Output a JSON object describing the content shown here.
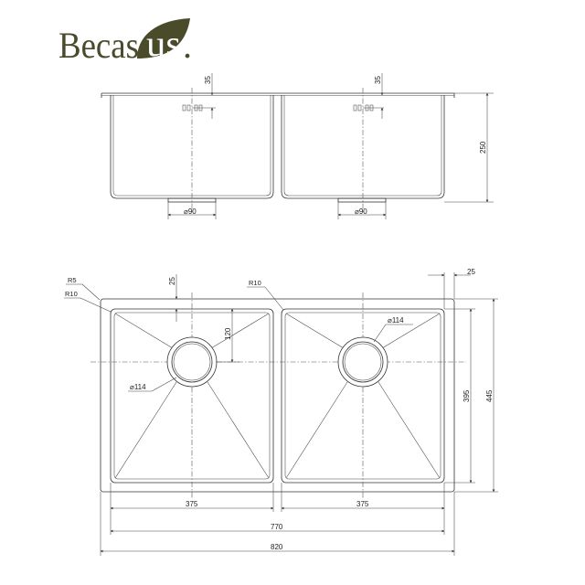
{
  "brand": {
    "name_part1": "Becas",
    "name_part2": "us",
    "name_dot": ".",
    "leaf_color": "#4a4b2a"
  },
  "side_view": {
    "height_label": "250",
    "overflow_left_label": "35",
    "overflow_right_label": "35",
    "drain_left_label": "⌀90",
    "drain_right_label": "⌀90"
  },
  "top_view": {
    "outer_radius_label": "R5",
    "inner_radius_left_label": "R10",
    "inner_radius_right_label": "R10",
    "flange_top_label": "25",
    "flange_right_label": "25",
    "drain_offset_label": "120",
    "drain_left_label": "⌀114",
    "drain_right_label": "⌀114",
    "bowl_left_width_label": "375",
    "bowl_right_width_label": "375",
    "inner_total_width_label": "770",
    "outer_total_width_label": "820",
    "bowl_depth_label": "395",
    "outer_depth_label": "445"
  }
}
